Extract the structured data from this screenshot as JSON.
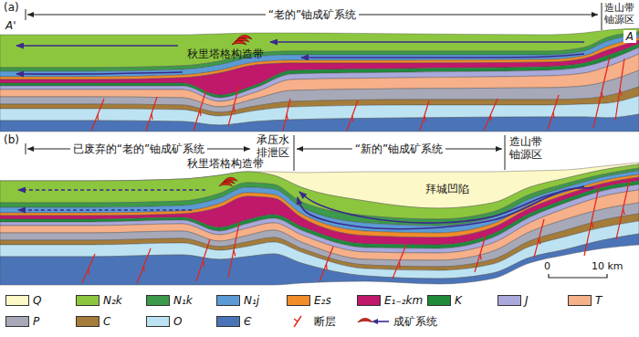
{
  "diagram": {
    "labels": [
      "(a)",
      "“老的”铀成矿系统",
      "造山带 铀源区",
      "A'",
      "A",
      "秋里塔格构造带",
      "(b)",
      "已废弃的“老的”铀成矿系统",
      "承压水 排泄区",
      "“新的”铀成矿系统",
      "造山带 铀源区",
      "秋里塔格构造带",
      "拜城凹陷",
      "0",
      "10 km"
    ],
    "legend": [
      {
        "text": "Q",
        "color": "#fdf8c8"
      },
      {
        "text": "N₂k",
        "color": "#8cc63e"
      },
      {
        "text": "N₁k",
        "color": "#3c9a4a"
      },
      {
        "text": "N₁j",
        "color": "#5b9bd5"
      },
      {
        "text": "E₂s",
        "color": "#f28c28"
      },
      {
        "text": "E₁₋₂km",
        "color": "#c0186a"
      },
      {
        "text": "K",
        "color": "#1f8a3a"
      },
      {
        "text": "J",
        "color": "#a9a9dc"
      },
      {
        "text": "T",
        "color": "#f6b08a"
      },
      {
        "text": "P",
        "color": "#a7a9b8"
      },
      {
        "text": "C",
        "color": "#a57c3a"
      },
      {
        "text": "O",
        "color": "#bde3f2"
      },
      {
        "text": "Є",
        "color": "#4b74b8"
      },
      {
        "text": "断层"
      },
      {
        "text": "成矿系统"
      }
    ]
  }
}
